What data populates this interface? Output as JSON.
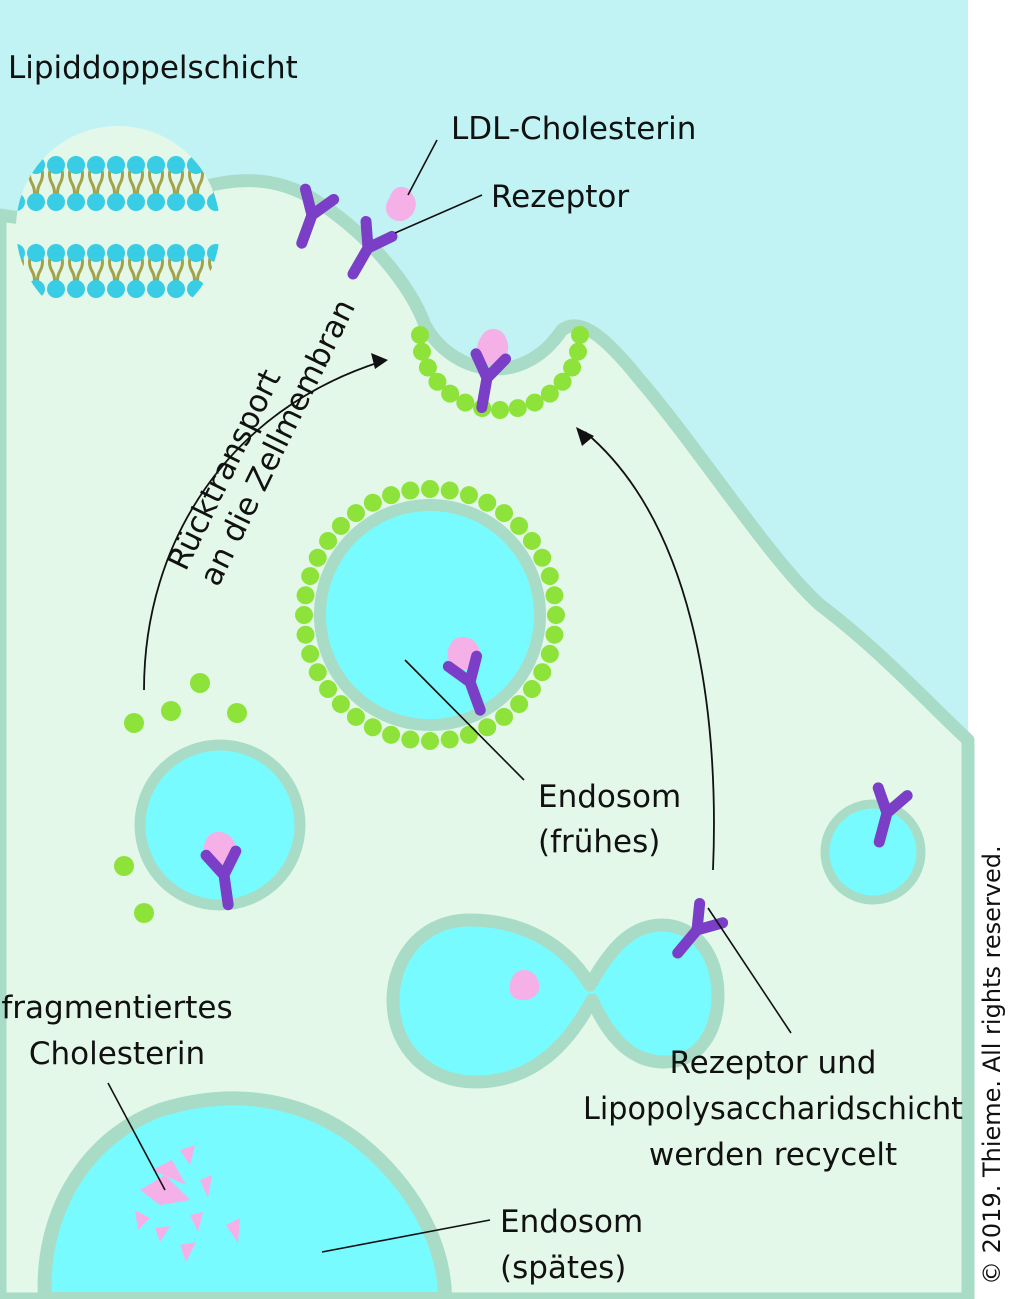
{
  "labels": {
    "lipid_bilayer": "Lipiddoppelschicht",
    "ldl_cholesterol": "LDL-Cholesterin",
    "receptor": "Rezeptor",
    "return_transport_line1": "Rücktransport",
    "return_transport_line2": "an die Zellmembran",
    "early_endosome_line1": "Endosom",
    "early_endosome_line2": "(frühes)",
    "fragmented_line1": "fragmentiertes",
    "fragmented_line2": "Cholesterin",
    "recycled_line1": "Rezeptor und",
    "recycled_line2": "Lipopolysaccharidschicht",
    "recycled_line3": "werden recycelt",
    "late_endosome_line1": "Endosom",
    "late_endosome_line2": "(spätes)"
  },
  "copyright": "© 2019. Thieme. All rights reserved.",
  "colors": {
    "extracellular": "#c2f3f4",
    "cytoplasm": "#e4f8ea",
    "membrane": "#a9dcc7",
    "endosome_lumen": "#78fbfe",
    "clathrin": "#8ee33a",
    "receptor": "#7b3ec7",
    "ldl": "#f6b0e8",
    "lipid_head": "#38cde4",
    "lipid_tail": "#a3a24a"
  }
}
